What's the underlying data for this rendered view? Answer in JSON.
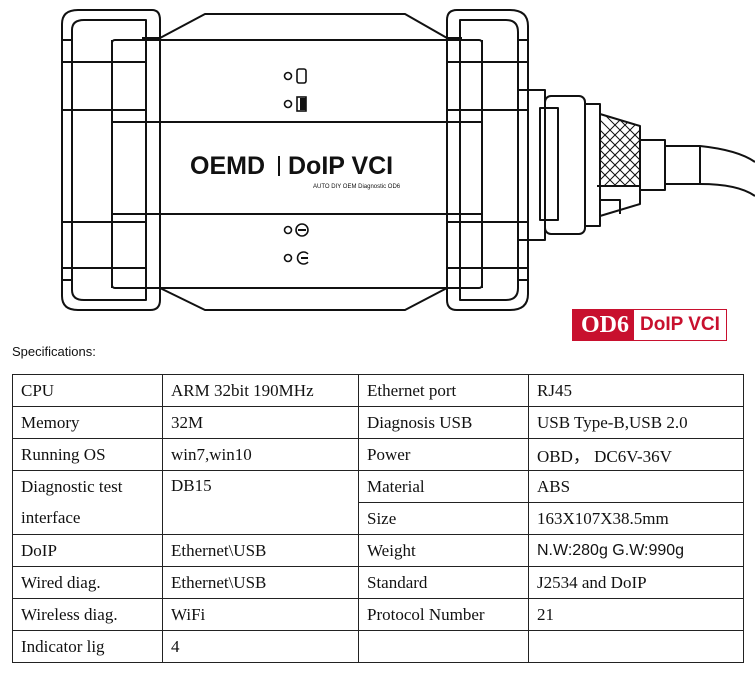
{
  "device": {
    "title_left": "OEMD",
    "title_right": "DoIP VCI",
    "subtitle": "AUTO DIY OEM Diagnostic OD6"
  },
  "brand": {
    "code": "OD6",
    "name": "DoIP VCI",
    "accent_color": "#c8102e"
  },
  "specifications": {
    "heading": "Specifications:",
    "rows": [
      {
        "l_label": "CPU",
        "l_value": "ARM 32bit 190MHz",
        "r_label": "Ethernet port",
        "r_value": "RJ45"
      },
      {
        "l_label": "Memory",
        "l_value": "32M",
        "r_label": "Diagnosis  USB",
        "r_value": "USB Type-B,USB 2.0"
      },
      {
        "l_label": "Running OS",
        "l_value": "win7,win10",
        "r_label": "Power",
        "r_value": "OBD， DC6V-36V"
      },
      {
        "l_label_line1": "Diagnostic test",
        "l_label_line2": "interface",
        "l_value": "DB15",
        "r_label": "Material",
        "r_value": "ABS"
      },
      {
        "r_label": "Size",
        "r_value": "163X107X38.5mm"
      },
      {
        "l_label": "DoIP",
        "l_value": "Ethernet\\USB",
        "r_label": "Weight",
        "r_value": "N.W:280g G.W:990g"
      },
      {
        "l_label": "Wired diag.",
        "l_value": "Ethernet\\USB",
        "r_label": "Standard",
        "r_value": "J2534 and DoIP"
      },
      {
        "l_label": "Wireless  diag.",
        "l_value": "WiFi",
        "r_label": "Protocol Number",
        "r_value": "21"
      },
      {
        "l_label": "Indicator lig",
        "l_value": "4",
        "r_label": "",
        "r_value": ""
      }
    ]
  }
}
